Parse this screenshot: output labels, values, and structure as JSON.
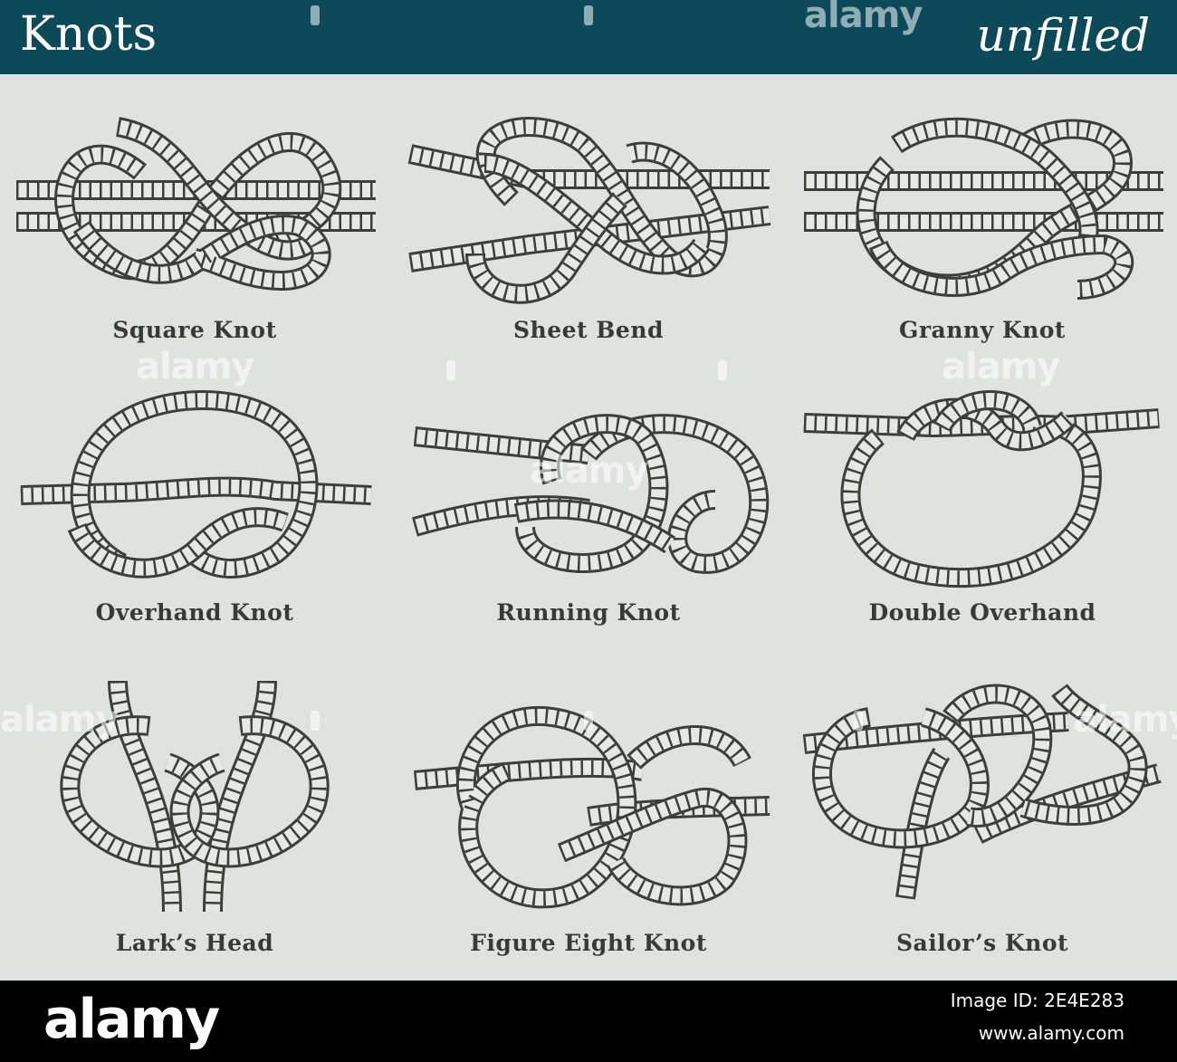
{
  "header": {
    "title": "Knots",
    "subtitle": "unfilled"
  },
  "knots": [
    {
      "label": "Square Knot"
    },
    {
      "label": "Sheet Bend"
    },
    {
      "label": "Granny Knot"
    },
    {
      "label": "Overhand Knot"
    },
    {
      "label": "Running Knot"
    },
    {
      "label": "Double Overhand"
    },
    {
      "label": "Lark’s Head"
    },
    {
      "label": "Figure Eight Knot"
    },
    {
      "label": "Sailor’s Knot"
    }
  ],
  "footer": {
    "brand": "alamy",
    "image_id": "Image ID: 2E4E283",
    "site": "www.alamy.com"
  },
  "watermark": {
    "text": "alamy"
  },
  "colors": {
    "header_bg": "#0c4a5a",
    "page_bg": "#dfe3e0",
    "rope_outline": "#3b3f39",
    "rope_fill": "#e6e8e4",
    "label_text": "#3a3a34",
    "footer_bg": "#000000"
  }
}
